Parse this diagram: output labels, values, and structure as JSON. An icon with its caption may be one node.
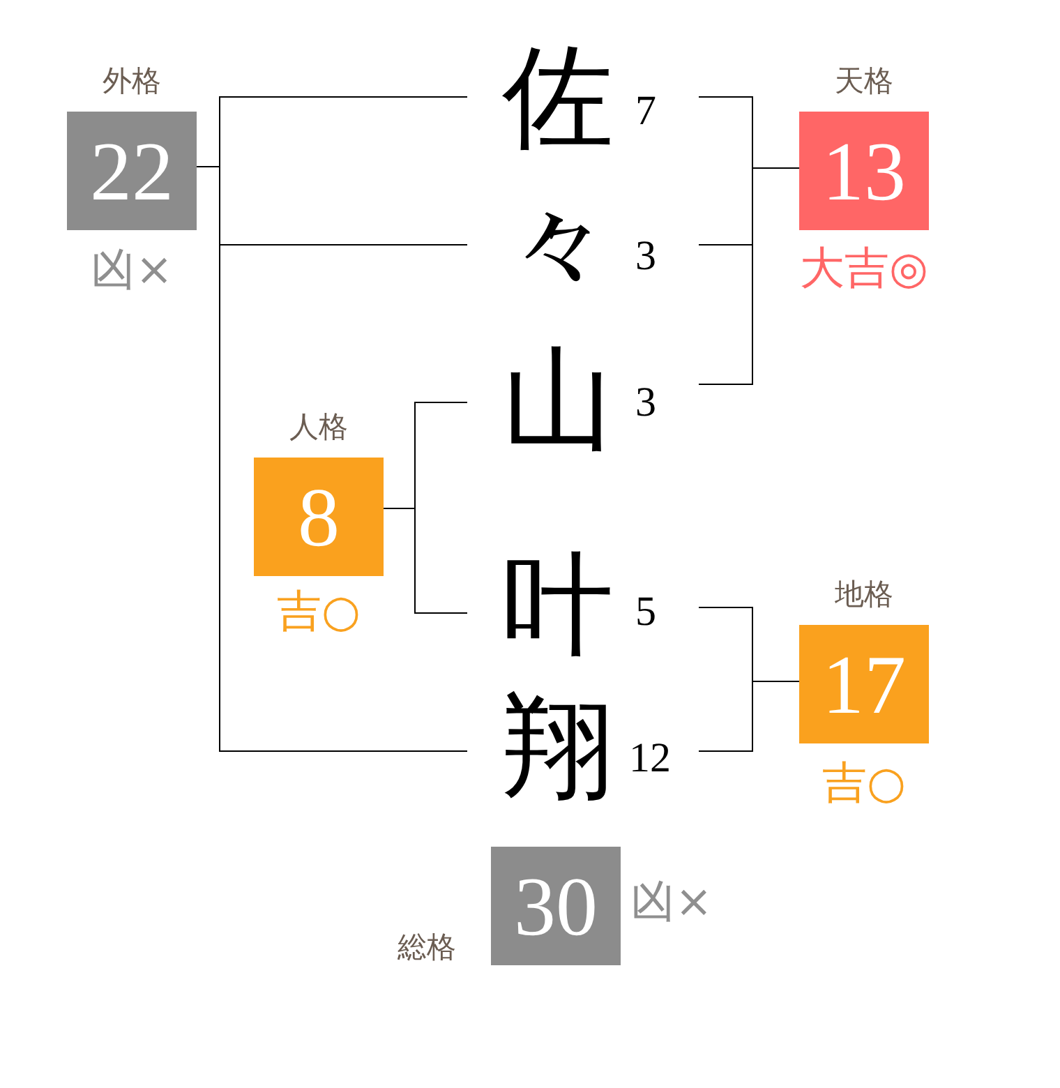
{
  "diagram": {
    "nodes": [
      {
        "text": [
          "外格",
          "22"
        ],
        "beside": [
          "凶×"
        ]
      },
      {
        "text": [
          "佐"
        ],
        "beside": [
          "7"
        ]
      },
      {
        "text": [
          "天格",
          "13"
        ],
        "beside": [
          "大吉◎"
        ]
      },
      {
        "text": [
          "々"
        ],
        "beside": [
          "3"
        ]
      },
      {
        "text": [
          "山"
        ],
        "beside": [
          "3"
        ]
      },
      {
        "text": [
          "人格",
          "8"
        ],
        "beside": [
          "吉○"
        ]
      },
      {
        "text": [
          "叶"
        ],
        "beside": [
          "5"
        ]
      },
      {
        "text": [
          "地格",
          "17"
        ],
        "beside": [
          "吉○"
        ]
      },
      {
        "text": [
          "翔"
        ],
        "beside": [
          "12"
        ]
      },
      {
        "text": [
          "総格",
          "30"
        ],
        "beside": [
          "凶×"
        ]
      }
    ],
    "edges": [
      {
        "from": 1,
        "to": 0,
        "arrow": "none"
      },
      {
        "from": 3,
        "to": 0,
        "arrow": "none"
      },
      {
        "from": 8,
        "to": 0,
        "arrow": "none"
      },
      {
        "from": 1,
        "to": 2,
        "arrow": "none"
      },
      {
        "from": 3,
        "to": 2,
        "arrow": "none"
      },
      {
        "from": 4,
        "to": 2,
        "arrow": "none"
      },
      {
        "from": 4,
        "to": 5,
        "arrow": "none"
      },
      {
        "from": 6,
        "to": 5,
        "arrow": "none"
      },
      {
        "from": 6,
        "to": 7,
        "arrow": "none"
      },
      {
        "from": 8,
        "to": 7,
        "arrow": "none"
      }
    ]
  }
}
